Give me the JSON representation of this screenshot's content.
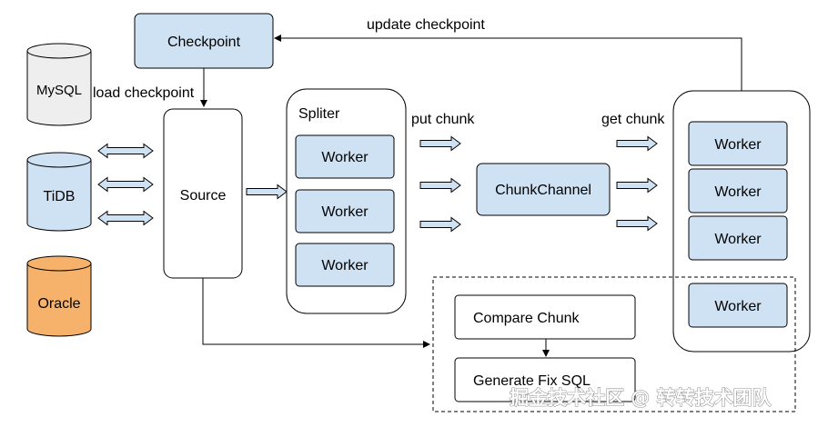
{
  "databases": {
    "mysql": {
      "label": "MySQL",
      "color": "#eeeeee"
    },
    "tidb": {
      "label": "TiDB",
      "color": "#cfe2f3"
    },
    "oracle": {
      "label": "Oracle",
      "color": "#f6b26b"
    }
  },
  "checkpoint": {
    "label": "Checkpoint"
  },
  "labels": {
    "update_checkpoint": "update checkpoint",
    "load_checkpoint": "load checkpoint",
    "put_chunk": "put chunk",
    "get_chunk": "get chunk"
  },
  "source": {
    "label": "Source"
  },
  "spliter": {
    "label": "Spliter",
    "workers": [
      "Worker",
      "Worker",
      "Worker"
    ]
  },
  "chunk_channel": {
    "label": "ChunkChannel"
  },
  "checker": {
    "workers": [
      "Worker",
      "Worker",
      "Worker",
      "Worker"
    ]
  },
  "compare_chunk": {
    "label": "Compare Chunk"
  },
  "generate_fix_sql": {
    "label": "Generate Fix SQL"
  },
  "watermark": "掘金技术社区 @ 转转技术团队",
  "colors": {
    "box_fill": "#cfe2f3",
    "stroke": "#000000"
  }
}
